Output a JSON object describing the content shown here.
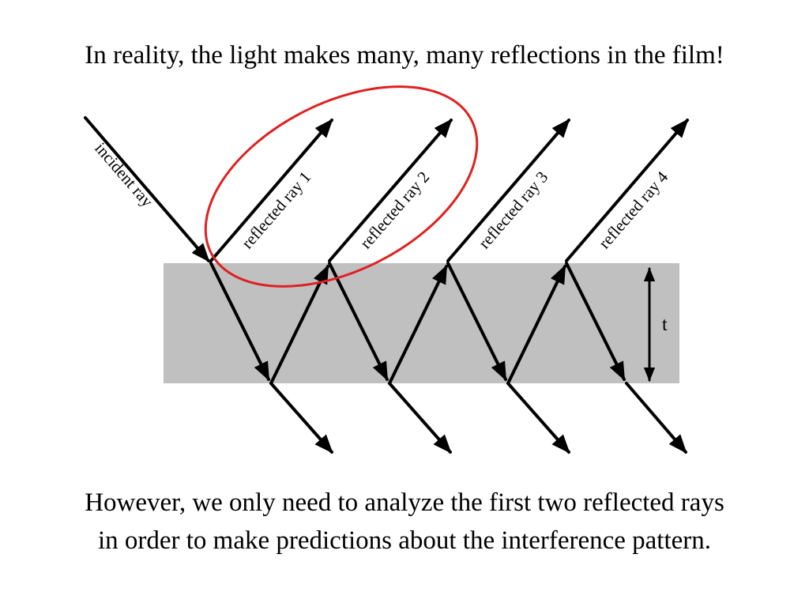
{
  "title": "In reality, the light makes many, many reflections in the film!",
  "diagram": {
    "labels": {
      "incident": "incident ray",
      "reflected_1": "reflected ray 1",
      "reflected_2": "reflected ray 2",
      "reflected_3": "reflected ray 3",
      "reflected_4": "reflected ray 4",
      "thickness": "t"
    },
    "colors": {
      "film": "#c0c0c0",
      "rays": "#000000",
      "highlight": "#e02020"
    }
  },
  "caption": {
    "line1": "However, we only need to analyze the first two reflected rays",
    "line2": "in order to make predictions about the interference pattern."
  }
}
